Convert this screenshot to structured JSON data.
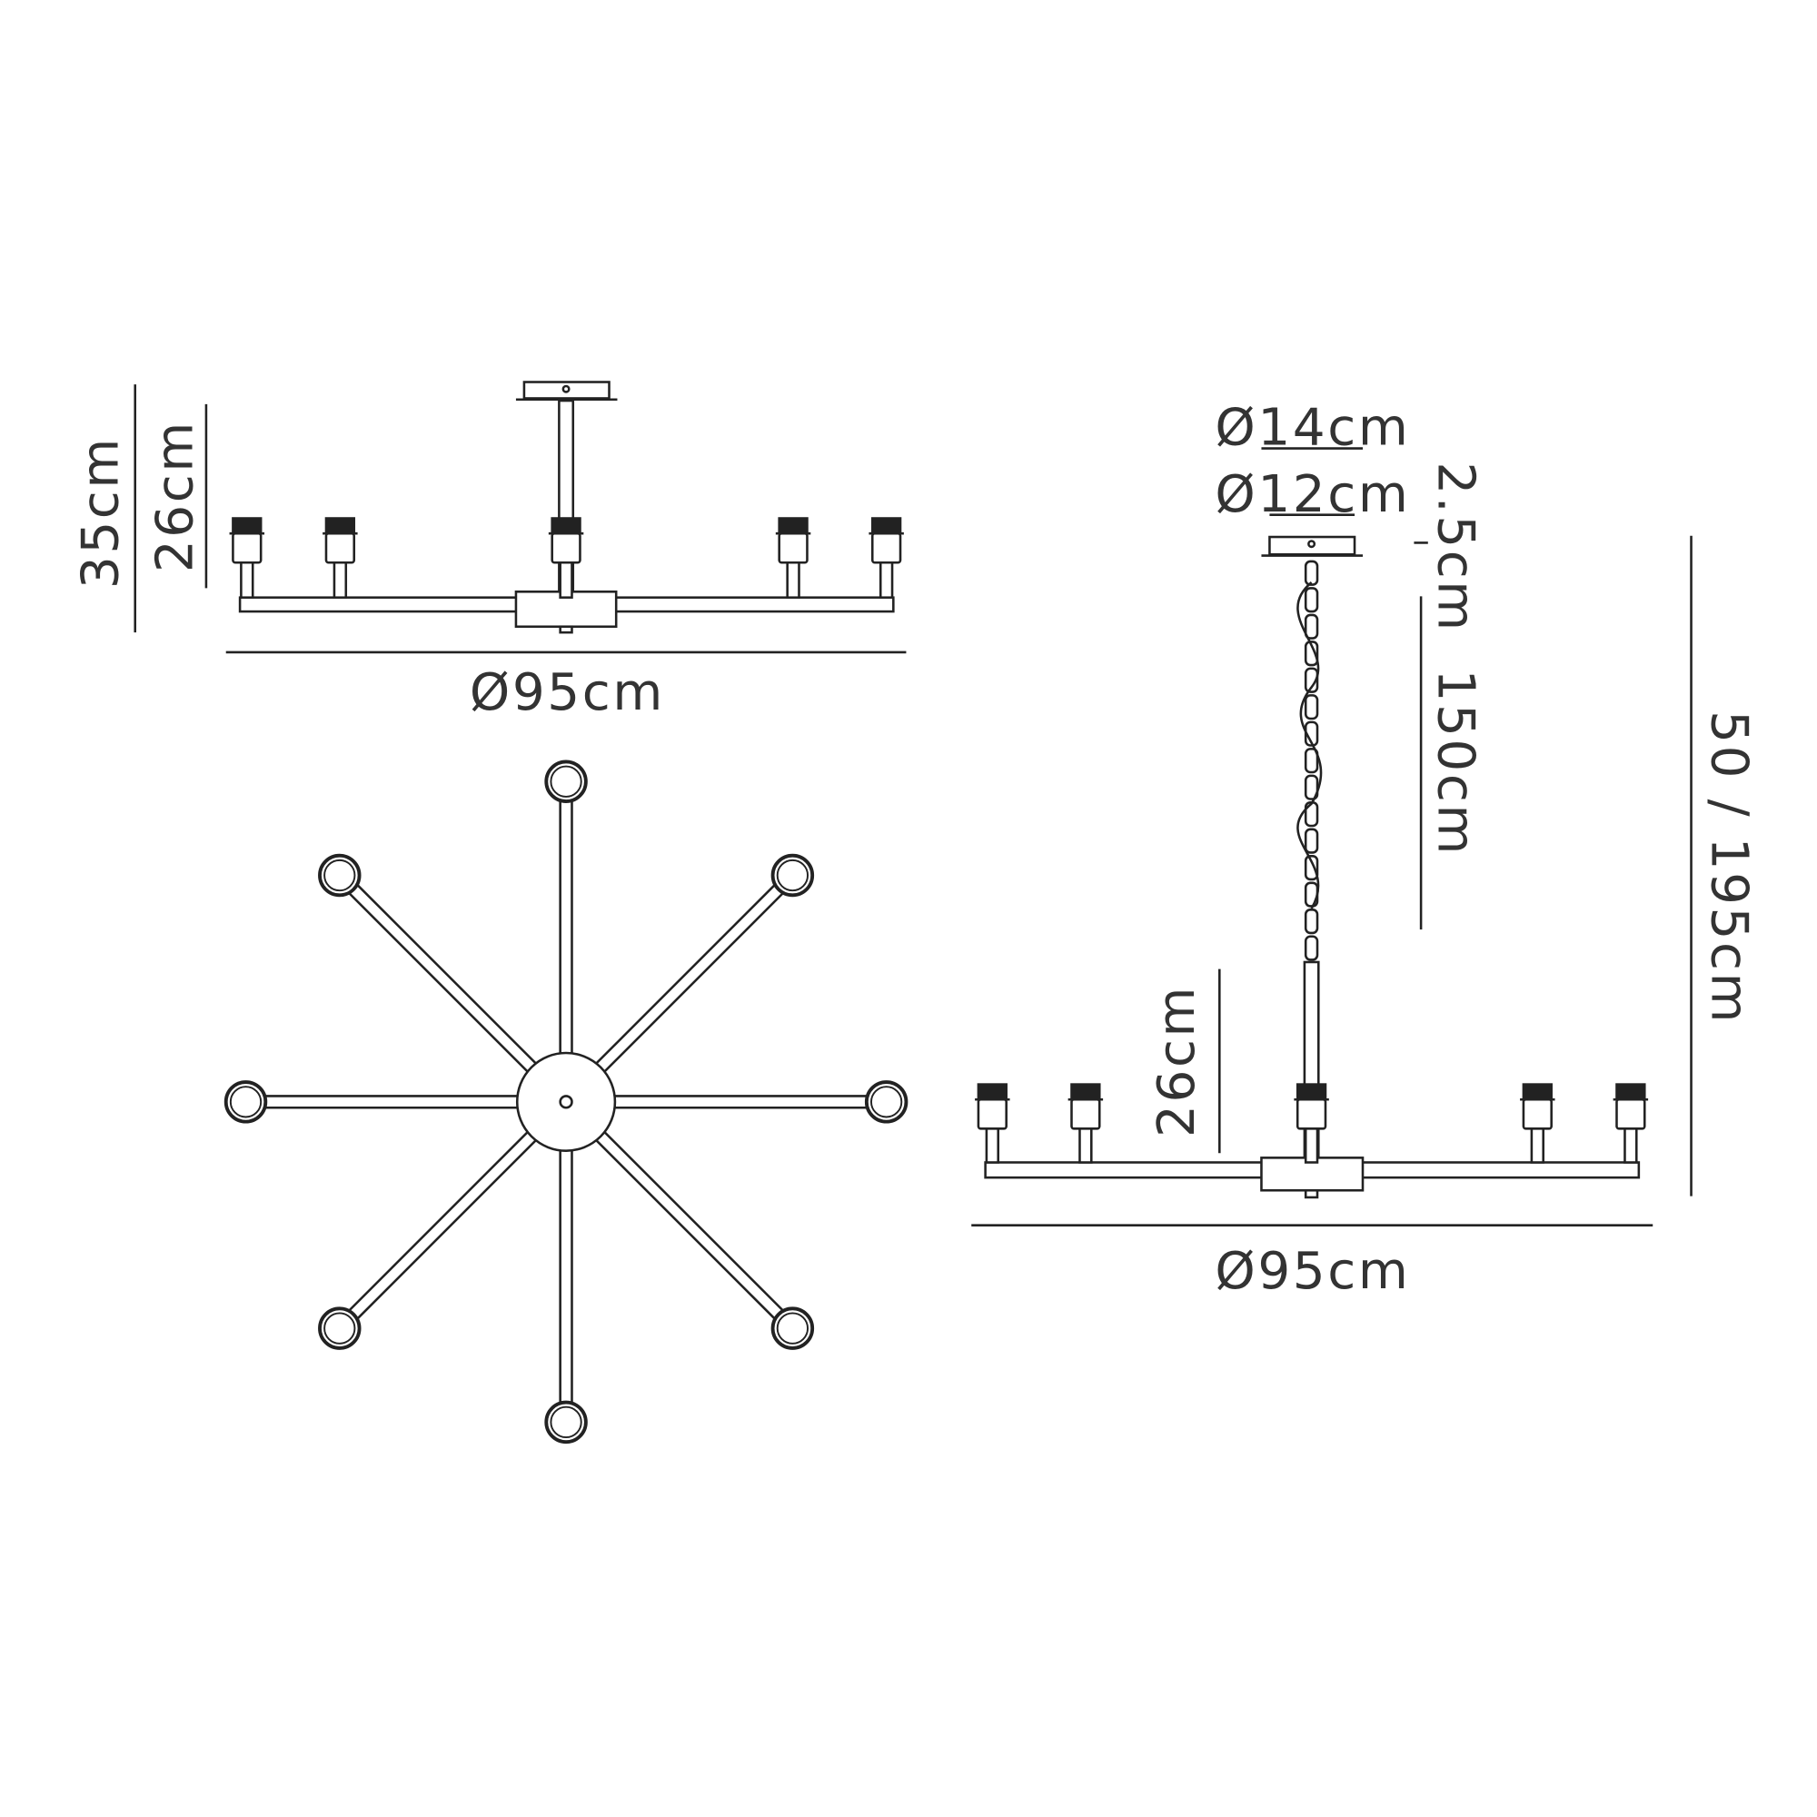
{
  "side_view": {
    "total_height": "35cm",
    "body_height": "26cm",
    "diameter": "Ø95cm"
  },
  "pendant_view": {
    "canopy_outer_diameter": "Ø14cm",
    "canopy_inner_diameter": "Ø12cm",
    "canopy_height": "2.5cm",
    "chain_length": "150cm",
    "overall_height": "50 / 195cm",
    "body_height": "26cm",
    "diameter": "Ø95cm"
  },
  "colors": {
    "line": "#222222",
    "text": "#333333"
  }
}
